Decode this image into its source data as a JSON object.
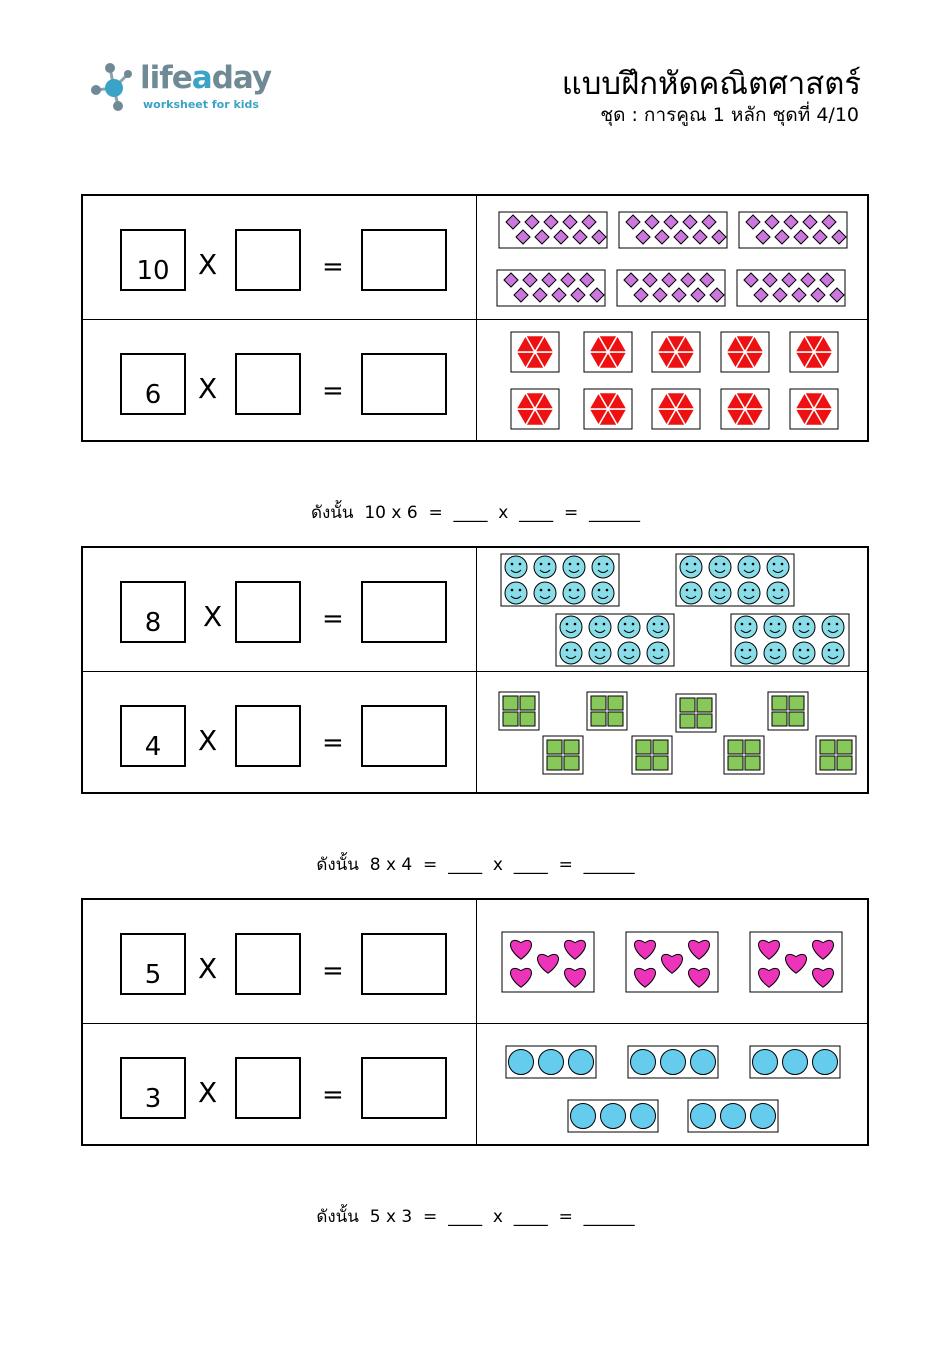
{
  "header": {
    "logo_brand_a": "life",
    "logo_brand_b": "a",
    "logo_brand_c": "day",
    "logo_tagline": "worksheet for kids",
    "title": "แบบฝึกหัดคณิตศาสตร์",
    "subtitle": "ชุด : การคูณ 1 หลัก ชุดที่ 4/10"
  },
  "symbols": {
    "times": "X",
    "equals": "="
  },
  "sections": [
    {
      "rows": [
        {
          "given": "10",
          "picture": "diamond",
          "group_size": 10,
          "group_count": 6,
          "color": "#cc77dd"
        },
        {
          "given": "6",
          "picture": "hexagon",
          "group_size": 6,
          "group_count": 10,
          "color": "#ee1111"
        }
      ],
      "summary": "ดังนั้น  10 x 6  =  ____  x  ____  =  ______"
    },
    {
      "rows": [
        {
          "given": "8",
          "picture": "smiley",
          "group_size": 8,
          "group_count": 4,
          "color": "#88dde8"
        },
        {
          "given": "4",
          "picture": "square",
          "group_size": 4,
          "group_count": 8,
          "color": "#88c85a"
        }
      ],
      "summary": "ดังนั้น  8 x 4  =  ____  x  ____  =  ______"
    },
    {
      "rows": [
        {
          "given": "5",
          "picture": "heart",
          "group_size": 5,
          "group_count": 3,
          "color": "#ee33bb"
        },
        {
          "given": "3",
          "picture": "circle",
          "group_size": 3,
          "group_count": 5,
          "color": "#66ccee"
        }
      ],
      "summary": "ดังนั้น  5 x 3  =  ____  x  ____  =  ______"
    }
  ]
}
